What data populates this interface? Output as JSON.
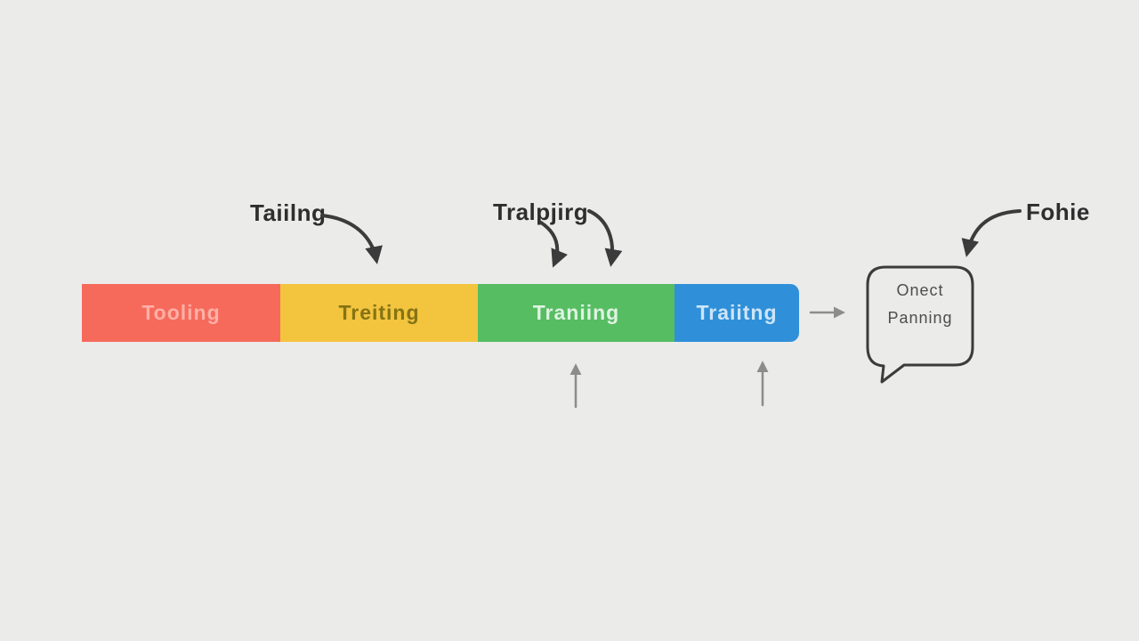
{
  "title": "process-flow-diagram",
  "background": "#ebebea",
  "bar": {
    "segments": [
      {
        "label": "Tooling",
        "color": "#f66a5c",
        "text_color": "#ffb0a6"
      },
      {
        "label": "Treiting",
        "color": "#f3c43e",
        "text_color": "#857313"
      },
      {
        "label": "Traniing",
        "color": "#56bd63",
        "text_color": "#dff3e2"
      },
      {
        "label": "Traiitng",
        "color": "#2f90d9",
        "text_color": "#cde5f8"
      }
    ]
  },
  "callouts": {
    "tailing": {
      "label": "Taiilng"
    },
    "tralping": {
      "label": "Tralpjirg"
    },
    "fohie": {
      "label": "Fohie"
    }
  },
  "bubble": {
    "line1": "Onect",
    "line2": "Panning"
  },
  "colors": {
    "arrow_dark": "#3b3b3b",
    "arrow_gray": "#8c8c8c",
    "label_text": "#2e2e2e",
    "bubble_stroke": "#3b3b3b",
    "bubble_text": "#4d4d4d"
  }
}
